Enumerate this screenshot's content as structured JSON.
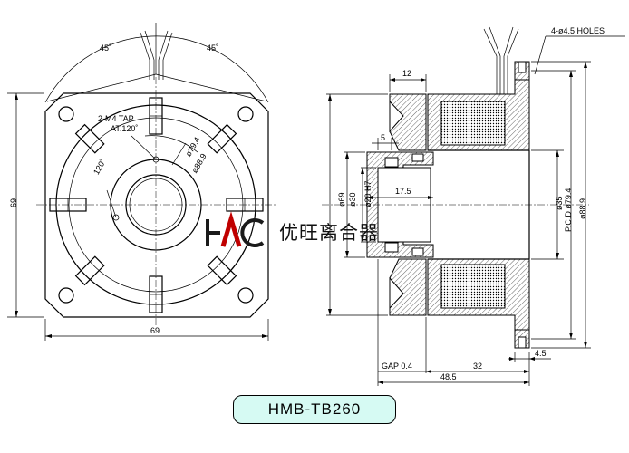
{
  "model_label": "HMB-TB260",
  "brand": {
    "logo_text": "HAC",
    "company_name": "优旺离合器"
  },
  "front_view": {
    "angle_left": "45˚",
    "angle_right": "45˚",
    "tap_note_line1": "2-M4 TAP",
    "tap_note_line2": "AT.120˚",
    "angle_120": "120˚",
    "dia_79_4": "ø79.4",
    "dia_88_9": "ø88.9",
    "height_69": "69",
    "width_69": "69"
  },
  "side_view": {
    "holes_note": "4-ø4.5  HOLES",
    "dim_12": "12",
    "dim_5": "5",
    "dim_17_5": "17.5",
    "dia_69": "ø69",
    "dia_30": "ø30",
    "dia_20_h7": "ø20 H7",
    "dia_35": "ø35",
    "pcd_79_4": "P.C.D ø79.4",
    "dia_88_9": "ø88.9",
    "gap_label": "GAP  0.4",
    "dim_32": "32",
    "dim_4_5": "4.5",
    "dim_48_5": "48.5"
  }
}
